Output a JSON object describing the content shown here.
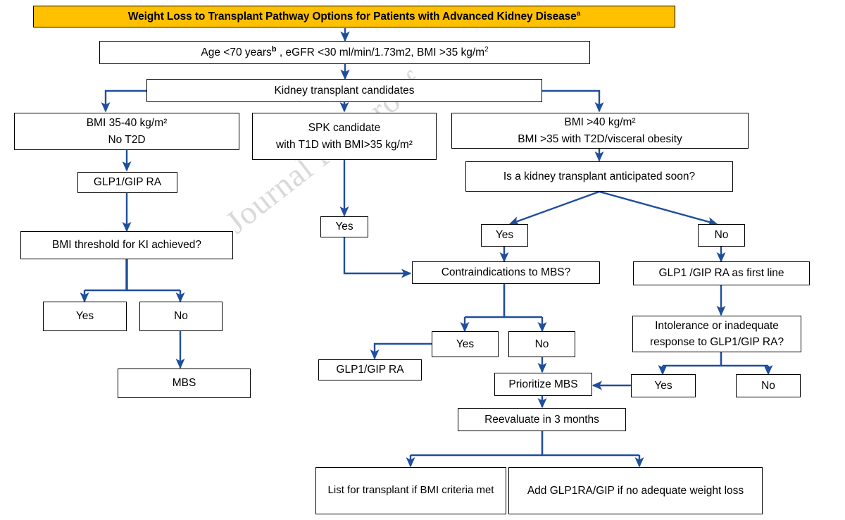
{
  "figure": {
    "type": "flowchart",
    "watermark": "Journal Pre-proof",
    "title": "Weight Loss to Transplant Pathway Options for Patients with Advanced Kidney Disease",
    "title_superscript": "a",
    "accent_color": "#FFC000",
    "connector_color": "#1F4E9C",
    "box_border_color": "#000000",
    "background_color": "#FFFFFF"
  },
  "nodes": {
    "criteria": {
      "line1_pre": "Age <70 years",
      "line1_sup": "b",
      "line1_post": " , eGFR <30 ml/min/1.73m2, BMI >35 kg/m",
      "line1_sup2": "2"
    },
    "candidates": "Kidney transplant candidates",
    "branch_left": "BMI 35-40 kg/m²\nNo T2D",
    "branch_mid": "SPK candidate\nwith T1D with BMI>35 kg/m²",
    "branch_right": "BMI >40 kg/m²\nBMI >35 with T2D/visceral obesity",
    "left_glp1": "GLP1/GIP RA",
    "left_threshold": "BMI threshold for KI achieved?",
    "left_yes": "Yes",
    "left_no": "No",
    "left_mbs": "MBS",
    "mid_yes": "Yes",
    "right_anticipated": "Is a kidney transplant anticipated soon?",
    "right_yes": "Yes",
    "right_no": "No",
    "contraindications": "Contraindications to MBS?",
    "contra_yes": "Yes",
    "contra_no": "No",
    "contra_glp1": "GLP1/GIP RA",
    "glp1_first_line": "GLP1 /GIP RA as first line",
    "intolerance": "Intolerance or inadequate\nresponse to GLP1/GIP RA?",
    "intol_yes": "Yes",
    "intol_no": "No",
    "prioritize_mbs": "Prioritize MBS",
    "reevaluate": "Reevaluate in 3 months",
    "list_transplant": "List for transplant if BMI criteria met",
    "add_glp1ra": "Add GLP1RA/GIP if no adequate weight loss"
  }
}
